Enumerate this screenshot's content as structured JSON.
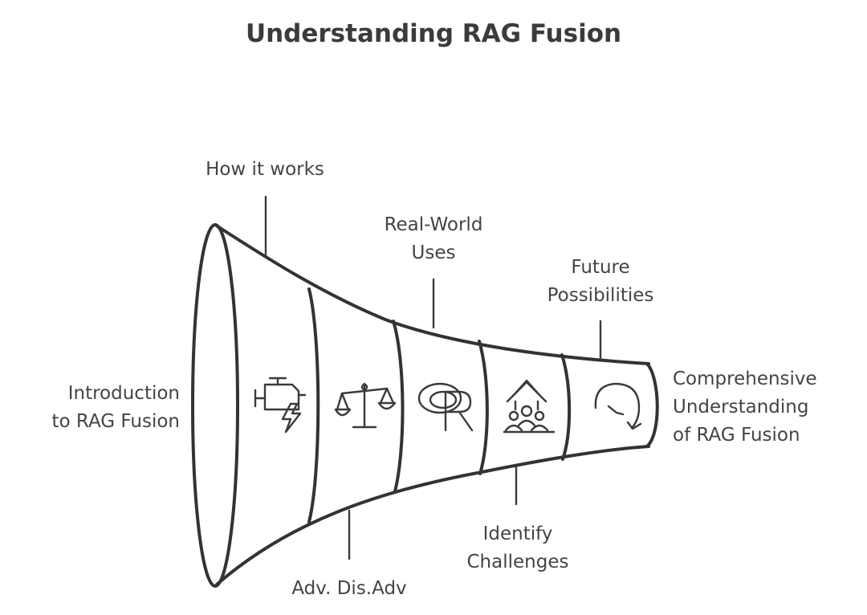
{
  "title": "Understanding RAG Fusion",
  "start_label": [
    "Introduction",
    "to RAG Fusion"
  ],
  "end_label": [
    "Comprehensive",
    "Understanding",
    "of RAG Fusion"
  ],
  "stages": [
    {
      "lines": [
        "How it works"
      ],
      "icon": "engine-bolt-icon"
    },
    {
      "lines": [
        "Adv. Dis.Adv"
      ],
      "icon": "balance-scale-icon"
    },
    {
      "lines": [
        "Real-World",
        "Uses"
      ],
      "icon": "r-logo-icon"
    },
    {
      "lines": [
        "Identify",
        "Challenges"
      ],
      "icon": "people-upward-arrow-icon"
    },
    {
      "lines": [
        "Future",
        "Possibilities"
      ],
      "icon": "curved-arrow-icon"
    }
  ]
}
